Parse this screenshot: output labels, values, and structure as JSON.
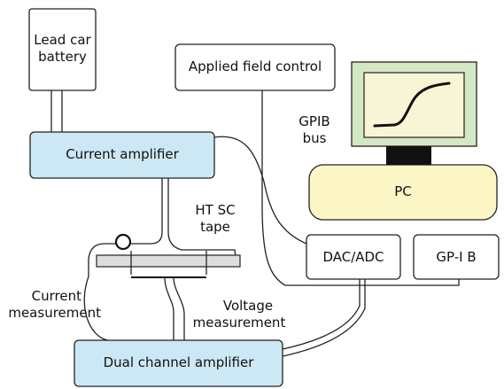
{
  "colors": {
    "block_fill": "#cce8f4",
    "plain_fill": "#ffffff",
    "stroke": "#222222",
    "monitor_frame": "#d3e8c4",
    "monitor_screen": "#f8f5d6",
    "monitor_stand": "#111111",
    "pc_fill": "#fdf7c8",
    "tape_fill": "#dddddd"
  },
  "icons": [
    "monitor-icon",
    "hysteresis-curve-icon",
    "current-loop-icon"
  ],
  "labels": {
    "battery_line1": "Lead car",
    "battery_line2": "battery",
    "current_amplifier": "Current amplifier",
    "applied_field_control": "Applied field control",
    "gpib_line1": "GPIB",
    "gpib_line2": "bus",
    "pc": "PC",
    "tape_line1": "HT SC",
    "tape_line2": "tape",
    "dac_adc": "DAC/ADC",
    "gp_ib": "GP-I B",
    "current_meas_line1": "Current",
    "current_meas_line2": "measurement",
    "voltage_meas_line1": "Voltage",
    "voltage_meas_line2": "measurement",
    "dual_channel_amplifier": "Dual channel amplifier"
  }
}
